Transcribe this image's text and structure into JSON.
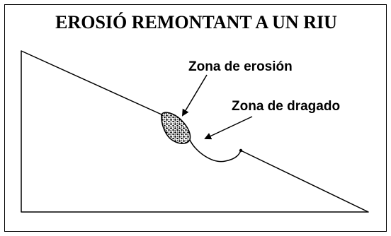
{
  "title": "EROSIÓ REMONTANT A UN RIU",
  "labels": {
    "erosion_zone": "Zona de erosión",
    "dredge_zone": "Zona de dragado"
  },
  "colors": {
    "stroke": "#000000",
    "background": "#ffffff"
  }
}
